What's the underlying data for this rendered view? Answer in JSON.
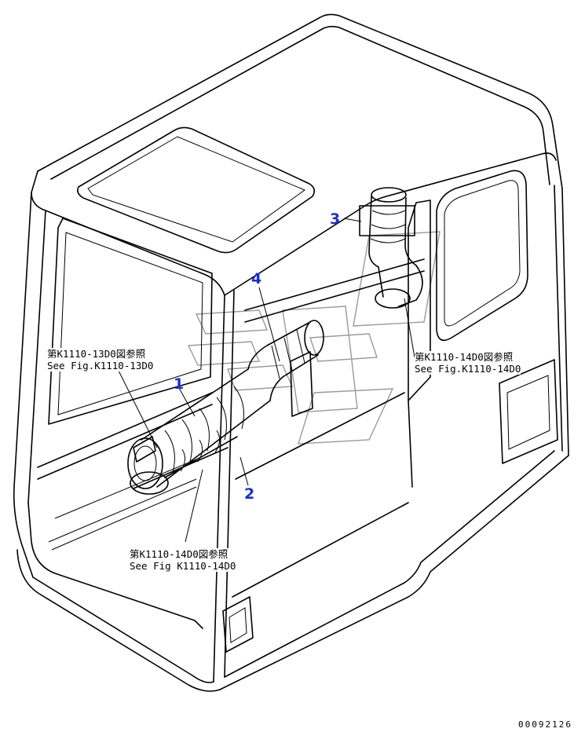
{
  "callouts": {
    "c1": "1",
    "c2": "2",
    "c3": "3",
    "c4": "4"
  },
  "references": {
    "ref_13d0_jp": "第K1110-13D0図参照",
    "ref_13d0_en": "See Fig.K1110-13D0",
    "ref_14d0_right_jp": "第K1110-14D0図参照",
    "ref_14d0_right_en": "See Fig.K1110-14D0",
    "ref_14d0_bottom_jp": "第K1110-14D0図参照",
    "ref_14d0_bottom_en": "See Fig K1110-14D0"
  },
  "document_number": "00092126",
  "colors": {
    "callout": "#1a2fd0",
    "line": "#000000",
    "watermark": "#9a9a9a"
  }
}
